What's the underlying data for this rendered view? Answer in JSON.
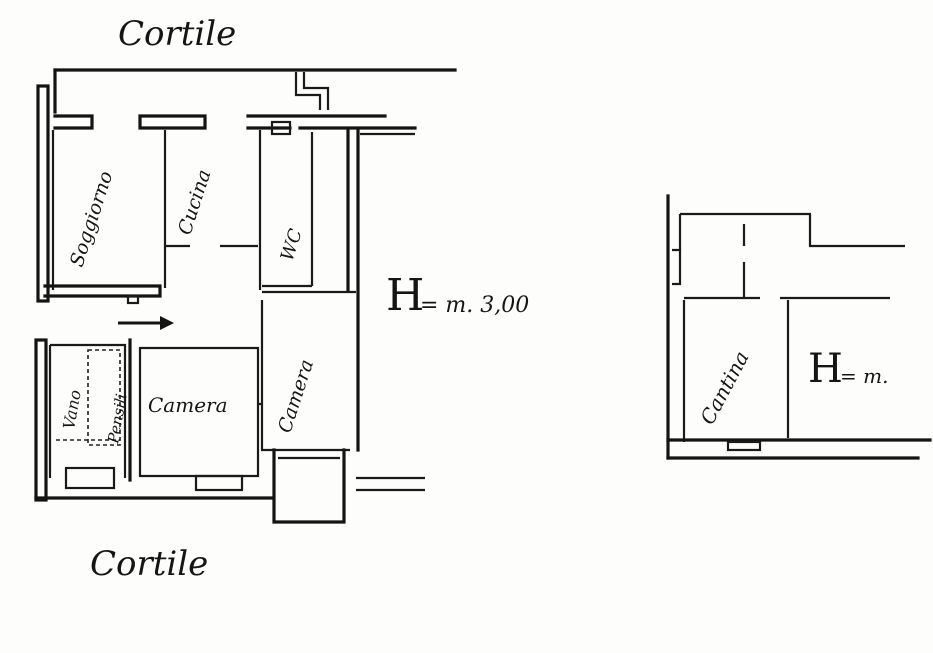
{
  "labels": {
    "courtyard_top": "Cortile",
    "courtyard_bottom": "Cortile",
    "soggiorno": "Soggiorno",
    "cucina": "Cucina",
    "wc": "WC",
    "camera_1": "Camera",
    "camera_2": "Camera",
    "vano_1": "Vano",
    "vano_2": "Pensili",
    "cantina": "Cantina"
  },
  "heights": {
    "main_prefix": "H",
    "main_value": "= m. 3,00",
    "cellar_prefix": "H",
    "cellar_value": "= m."
  },
  "colors": {
    "ink": "#141414",
    "paper": "#fdfdfb"
  }
}
